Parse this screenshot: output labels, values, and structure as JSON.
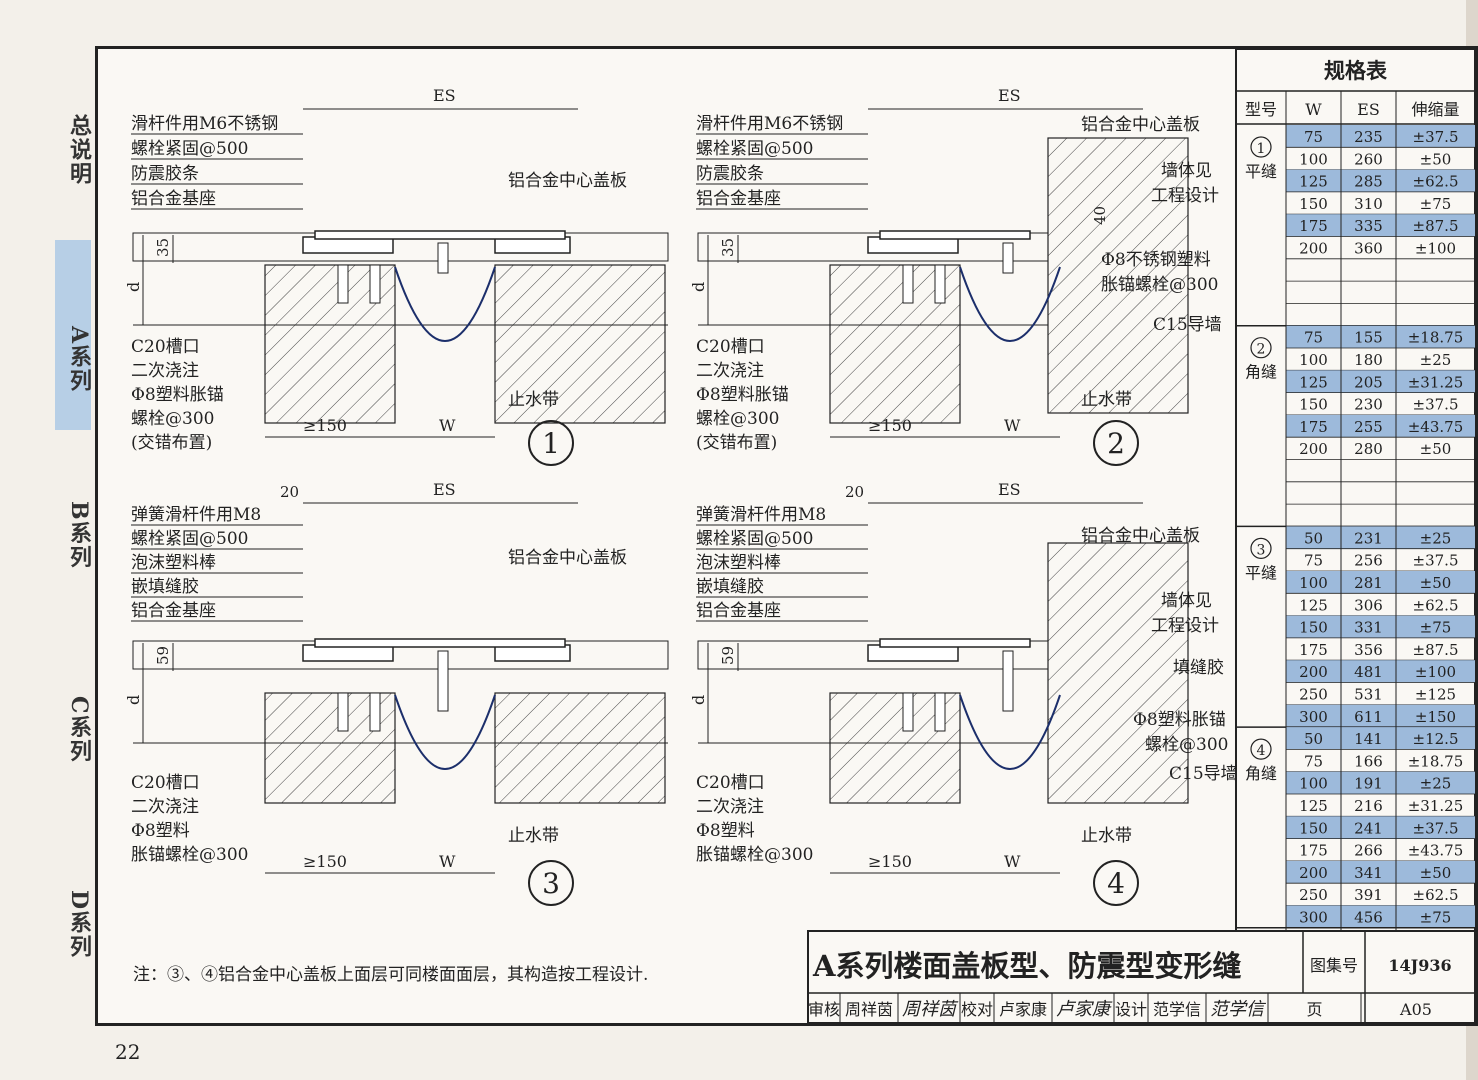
{
  "sidebar": {
    "tabs": [
      {
        "label": "总说明",
        "active": false
      },
      {
        "label": "A系列",
        "active": true
      },
      {
        "label": "B系列",
        "active": false
      },
      {
        "label": "C系列",
        "active": false
      },
      {
        "label": "D系列",
        "active": false
      }
    ]
  },
  "page_number": "22",
  "details": [
    {
      "number": "1",
      "top_labels": [
        "滑杆件用M6不锈钢",
        "螺栓紧固@500",
        "防震胶条",
        "铝合金基座"
      ],
      "cover_label": "铝合金中心盖板",
      "bottom_labels": [
        "C20槽口",
        "二次浇注",
        "Φ8塑料胀锚",
        "螺栓@300",
        "(交错布置)"
      ],
      "waterstop": "止水带",
      "dims": {
        "es": "ES",
        "h": "35",
        "d": "d",
        "min": "≥150",
        "w": "W"
      }
    },
    {
      "number": "2",
      "top_labels": [
        "滑杆件用M6不锈钢",
        "螺栓紧固@500",
        "防震胶条",
        "铝合金基座"
      ],
      "cover_label": "铝合金中心盖板",
      "wall_labels": [
        "墙体见",
        "工程设计"
      ],
      "anchor_labels": [
        "Φ8不锈钢塑料",
        "胀锚螺栓@300"
      ],
      "guide_wall": "C15导墙",
      "bottom_labels": [
        "C20槽口",
        "二次浇注",
        "Φ8塑料胀锚",
        "螺栓@300",
        "(交错布置)"
      ],
      "waterstop": "止水带",
      "dims": {
        "es": "ES",
        "h": "35",
        "d": "d",
        "min": "≥150",
        "w": "W",
        "wall_gap": "40"
      }
    },
    {
      "number": "3",
      "top_labels": [
        "弹簧滑杆件用M8",
        "螺栓紧固@500",
        "泡沫塑料棒",
        "嵌填缝胶",
        "铝合金基座"
      ],
      "cover_label": "铝合金中心盖板",
      "bottom_labels": [
        "C20槽口",
        "二次浇注",
        "Φ8塑料",
        "胀锚螺栓@300"
      ],
      "waterstop": "止水带",
      "dims": {
        "es": "ES",
        "h": "59",
        "d": "d",
        "min": "≥150",
        "w": "W",
        "offset": "20"
      }
    },
    {
      "number": "4",
      "top_labels": [
        "弹簧滑杆件用M8",
        "螺栓紧固@500",
        "泡沫塑料棒",
        "嵌填缝胶",
        "铝合金基座"
      ],
      "cover_label": "铝合金中心盖板",
      "wall_labels": [
        "墙体见",
        "工程设计"
      ],
      "fill_label": "填缝胶",
      "anchor_labels": [
        "Φ8塑料胀锚",
        "螺栓@300"
      ],
      "guide_wall": "C15导墙",
      "bottom_labels": [
        "C20槽口",
        "二次浇注",
        "Φ8塑料",
        "胀锚螺栓@300"
      ],
      "waterstop": "止水带",
      "dims": {
        "es": "ES",
        "h": "59",
        "d": "d",
        "min": "≥150",
        "w": "W",
        "offset": "20"
      }
    }
  ],
  "note": "注：③、④铝合金中心盖板上面层可同楼面面层，其构造按工程设计.",
  "spec_table": {
    "title": "规格表",
    "headers": [
      "型号",
      "W",
      "ES",
      "伸缩量"
    ],
    "groups": [
      {
        "num": "1",
        "name": "平缝",
        "rows": [
          [
            "75",
            "235",
            "±37.5"
          ],
          [
            "100",
            "260",
            "±50"
          ],
          [
            "125",
            "285",
            "±62.5"
          ],
          [
            "150",
            "310",
            "±75"
          ],
          [
            "175",
            "335",
            "±87.5"
          ],
          [
            "200",
            "360",
            "±100"
          ]
        ],
        "blank_rows": 3
      },
      {
        "num": "2",
        "name": "角缝",
        "rows": [
          [
            "75",
            "155",
            "±18.75"
          ],
          [
            "100",
            "180",
            "±25"
          ],
          [
            "125",
            "205",
            "±31.25"
          ],
          [
            "150",
            "230",
            "±37.5"
          ],
          [
            "175",
            "255",
            "±43.75"
          ],
          [
            "200",
            "280",
            "±50"
          ]
        ],
        "blank_rows": 3
      },
      {
        "num": "3",
        "name": "平缝",
        "rows": [
          [
            "50",
            "231",
            "±25"
          ],
          [
            "75",
            "256",
            "±37.5"
          ],
          [
            "100",
            "281",
            "±50"
          ],
          [
            "125",
            "306",
            "±62.5"
          ],
          [
            "150",
            "331",
            "±75"
          ],
          [
            "175",
            "356",
            "±87.5"
          ],
          [
            "200",
            "481",
            "±100"
          ],
          [
            "250",
            "531",
            "±125"
          ],
          [
            "300",
            "611",
            "±150"
          ]
        ],
        "blank_rows": 0
      },
      {
        "num": "4",
        "name": "角缝",
        "rows": [
          [
            "50",
            "141",
            "±12.5"
          ],
          [
            "75",
            "166",
            "±18.75"
          ],
          [
            "100",
            "191",
            "±25"
          ],
          [
            "125",
            "216",
            "±31.25"
          ],
          [
            "150",
            "241",
            "±37.5"
          ],
          [
            "175",
            "266",
            "±43.75"
          ],
          [
            "200",
            "341",
            "±50"
          ],
          [
            "250",
            "391",
            "±62.5"
          ],
          [
            "300",
            "456",
            "±75"
          ]
        ],
        "blank_rows": 0
      }
    ],
    "highlight": "#9dbadb"
  },
  "title_block": {
    "title": "A系列楼面盖板型、防震型变形缝",
    "atlas_label": "图集号",
    "atlas_no": "14J936",
    "row": [
      {
        "label": "审核"
      },
      {
        "label": "周祥茵"
      },
      {
        "label": "周祥茵",
        "sig": true
      },
      {
        "label": "校对"
      },
      {
        "label": "卢家康"
      },
      {
        "label": "卢家康",
        "sig": true
      },
      {
        "label": "设计"
      },
      {
        "label": "范学信"
      },
      {
        "label": "范学信",
        "sig": true
      },
      {
        "label": "页"
      },
      {
        "label": "A05"
      }
    ]
  }
}
